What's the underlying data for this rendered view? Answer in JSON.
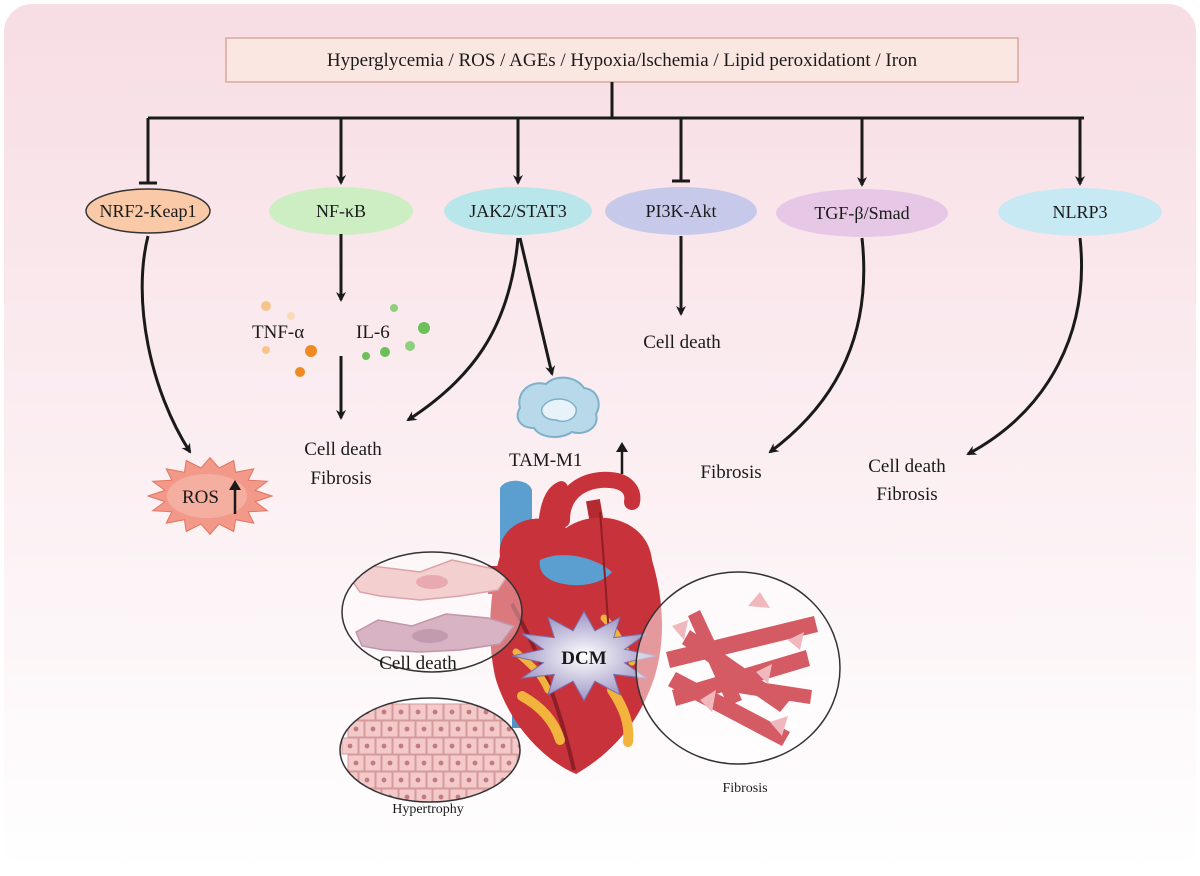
{
  "top_box": {
    "label": "Hyperglycemia / ROS / AGEs / Hypoxia/lschemia / Lipid peroxidationt / Iron"
  },
  "pathways": [
    {
      "id": "nrf2",
      "label": "NRF2-Keap1",
      "relation": "inhibit",
      "color": "#f9c9a8"
    },
    {
      "id": "nfkb",
      "label": "NF-κB",
      "relation": "activate",
      "color": "#cdeec3"
    },
    {
      "id": "jak2",
      "label": "JAK2/STAT3",
      "relation": "activate",
      "color": "#b9e6ea"
    },
    {
      "id": "pi3k",
      "label": "PI3K-Akt",
      "relation": "inhibit",
      "color": "#c7c9ea"
    },
    {
      "id": "tgfb",
      "label": "TGF-β/Smad",
      "relation": "activate",
      "color": "#e6c8e6"
    },
    {
      "id": "nlrp3",
      "label": "NLRP3",
      "relation": "activate",
      "color": "#c7e9f4"
    }
  ],
  "cytokines": {
    "tnf": "TNF-α",
    "il6": "IL-6"
  },
  "outcomes": {
    "ros": "ROS",
    "nfkb_cell_death": "Cell death",
    "nfkb_fibrosis": "Fibrosis",
    "tam": "TAM-M1",
    "pi3k_cell_death": "Cell death",
    "tgfb_fibrosis": "Fibrosis",
    "nlrp3_cell_death": "Cell death",
    "nlrp3_fibrosis": "Fibrosis"
  },
  "heart": {
    "center": "DCM",
    "panel_cell_death": "Cell death",
    "panel_hypertrophy": "Hypertrophy",
    "panel_fibrosis": "Fibrosis"
  },
  "colors": {
    "background_top": "#f7dde4",
    "background_bottom": "#ffffff",
    "top_box_fill": "#fbe7e2",
    "top_box_stroke": "#d9a99c",
    "ros_burst": "#f2998a",
    "heart_red": "#c8323a",
    "heart_blue": "#5b9fd0",
    "dcm_burst": "#9d95c4",
    "fibrosis_fiber": "#d45b63"
  }
}
